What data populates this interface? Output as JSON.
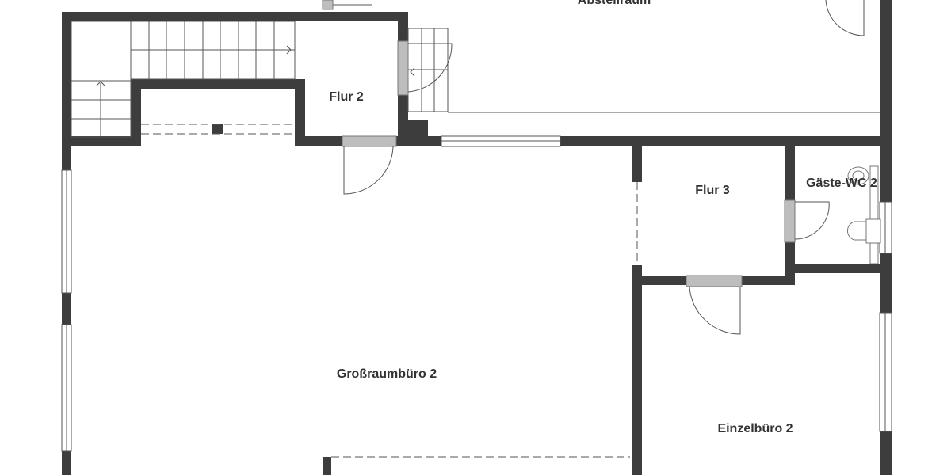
{
  "plan": {
    "rooms": [
      {
        "id": "abstellraum",
        "label": "Abstellraum"
      },
      {
        "id": "flur-2",
        "label": "Flur 2"
      },
      {
        "id": "flur-3",
        "label": "Flur 3"
      },
      {
        "id": "gaeste-wc-2",
        "label": "Gäste-WC 2"
      },
      {
        "id": "grossraumbuero-2",
        "label": "Großraumbüro 2"
      },
      {
        "id": "einzelbuero-2",
        "label": "Einzelbüro 2"
      }
    ],
    "colors": {
      "wall": "#3d3d3d",
      "door": "#bdbdbd",
      "line": "#555555",
      "background": "#ffffff"
    }
  }
}
